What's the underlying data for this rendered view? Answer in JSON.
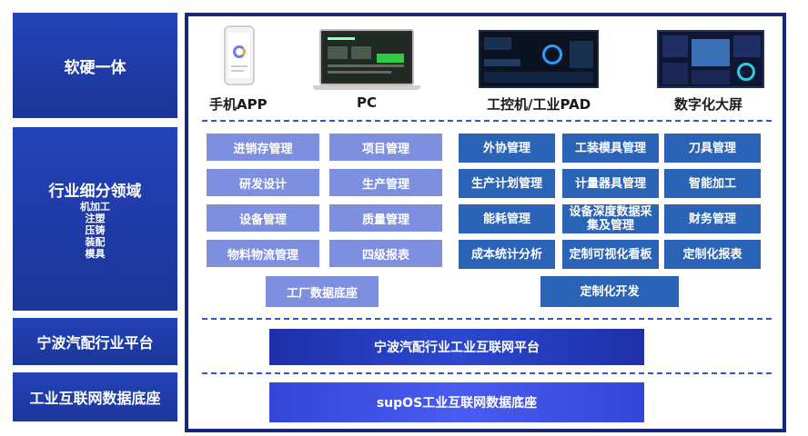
{
  "left": {
    "row1": "软硬一体",
    "row2_title": "行业细分领域",
    "row2_items": [
      "机加工",
      "注塑",
      "压铸",
      "装配",
      "模具"
    ],
    "row3": "宁波汽配行业平台",
    "row4": "工业互联网数据底座"
  },
  "devices": [
    "手机APP",
    "PC",
    "工控机/工业PAD",
    "数字化大屏"
  ],
  "modules_left": [
    [
      "进销存管理",
      "项目管理"
    ],
    [
      "研发设计",
      "生产管理"
    ],
    [
      "设备管理",
      "质量管理"
    ],
    [
      "物料物流管理",
      "四级报表"
    ]
  ],
  "factory_base": "工厂数据底座",
  "modules_right": [
    [
      "外协管理",
      "工装模具管理",
      "刀具管理"
    ],
    [
      "生产计划管理",
      "计量器具管理",
      "智能加工"
    ],
    [
      "能耗管理",
      "设备深度数据采集及管理",
      "财务管理"
    ],
    [
      "成本统计分析",
      "定制可视化看板",
      "定制化报表"
    ]
  ],
  "custom_dev": "定制化开发",
  "platform": "宁波汽配行业工业互联网平台",
  "data_base": "supOS工业互联网数据底座",
  "colors": {
    "left_block": "#2343b8",
    "frame": "#15287a",
    "light_box": "#7e8fe0",
    "dark_box": "#2b64b7",
    "dash": "#3557c2"
  }
}
